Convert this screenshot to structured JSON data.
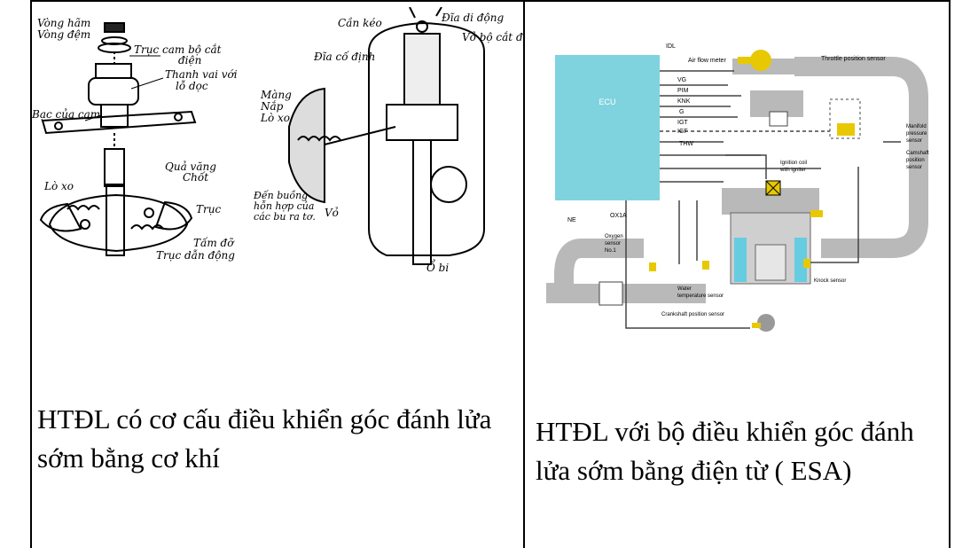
{
  "left": {
    "caption_line1": "HTĐL có cơ cấu điều khiển góc đánh lửa",
    "caption_line2": "sớm bằng cơ khí",
    "labels": {
      "vong_ham": "Vòng hãm",
      "vong_dem": "Vòng đệm",
      "truc_cam": "Trục cam bộ cắt",
      "truc_cam2": "điện",
      "thanh_vai": "Thanh vai với",
      "lo_doc": "lỗ dọc",
      "bac_cua_cam": "Bạc của cam",
      "qua_vang": "Quả văng",
      "chot": "Chốt",
      "lo_xo": "Lò xo",
      "truc": "Trục",
      "tam_do": "Tấm đỡ",
      "truc_dan_dong": "Trục dẫn động",
      "can_keo": "Cần kéo",
      "dia_di_dong": "Đĩa di động",
      "vo_bo_cat_dien": "Vỏ bộ cắt điện",
      "dia_co_dinh": "Đĩa cố định",
      "mang": "Màng",
      "nap": "Nắp",
      "lo_xo2": "Lò xo",
      "den_buong": "Đến buồng",
      "hon_hop": "hỗn hợp của",
      "cac_bu": "các bu ra tơ.",
      "vo": "Vỏ",
      "o_bi": "Ổ bi"
    }
  },
  "right": {
    "caption_line1": "HTĐL với bộ điều khiển góc đánh",
    "caption_line2": "lửa sớm bằng điện từ ( ESA)",
    "labels": {
      "idl": "IDL",
      "air_flow": "Air flow meter",
      "throttle": "Throttle position sensor",
      "ecu": "ECU",
      "vg": "VG",
      "pim": "PIM",
      "knk": "KNK",
      "g": "G",
      "igt": "IGT",
      "igf": "IGF",
      "thw": "THW",
      "manifold1": "Manifold",
      "manifold2": "pressure",
      "manifold3": "sensor",
      "cam1": "Camshaft",
      "cam2": "position",
      "cam3": "sensor",
      "ign1": "Ignition coil",
      "ign2": "with igniter",
      "ne": "NE",
      "ox1a": "OX1A",
      "oxy1": "Oxygen",
      "oxy2": "sensor",
      "oxy3": "No.1",
      "water1": "Water",
      "water2": "temperature sensor",
      "knock": "Knock sensor",
      "crank": "Crankshaft position sensor"
    }
  },
  "colors": {
    "ecu": "#7fd3df",
    "sensor": "#e8c800",
    "block": "#b9b9b9",
    "coolant": "#66cce0"
  }
}
